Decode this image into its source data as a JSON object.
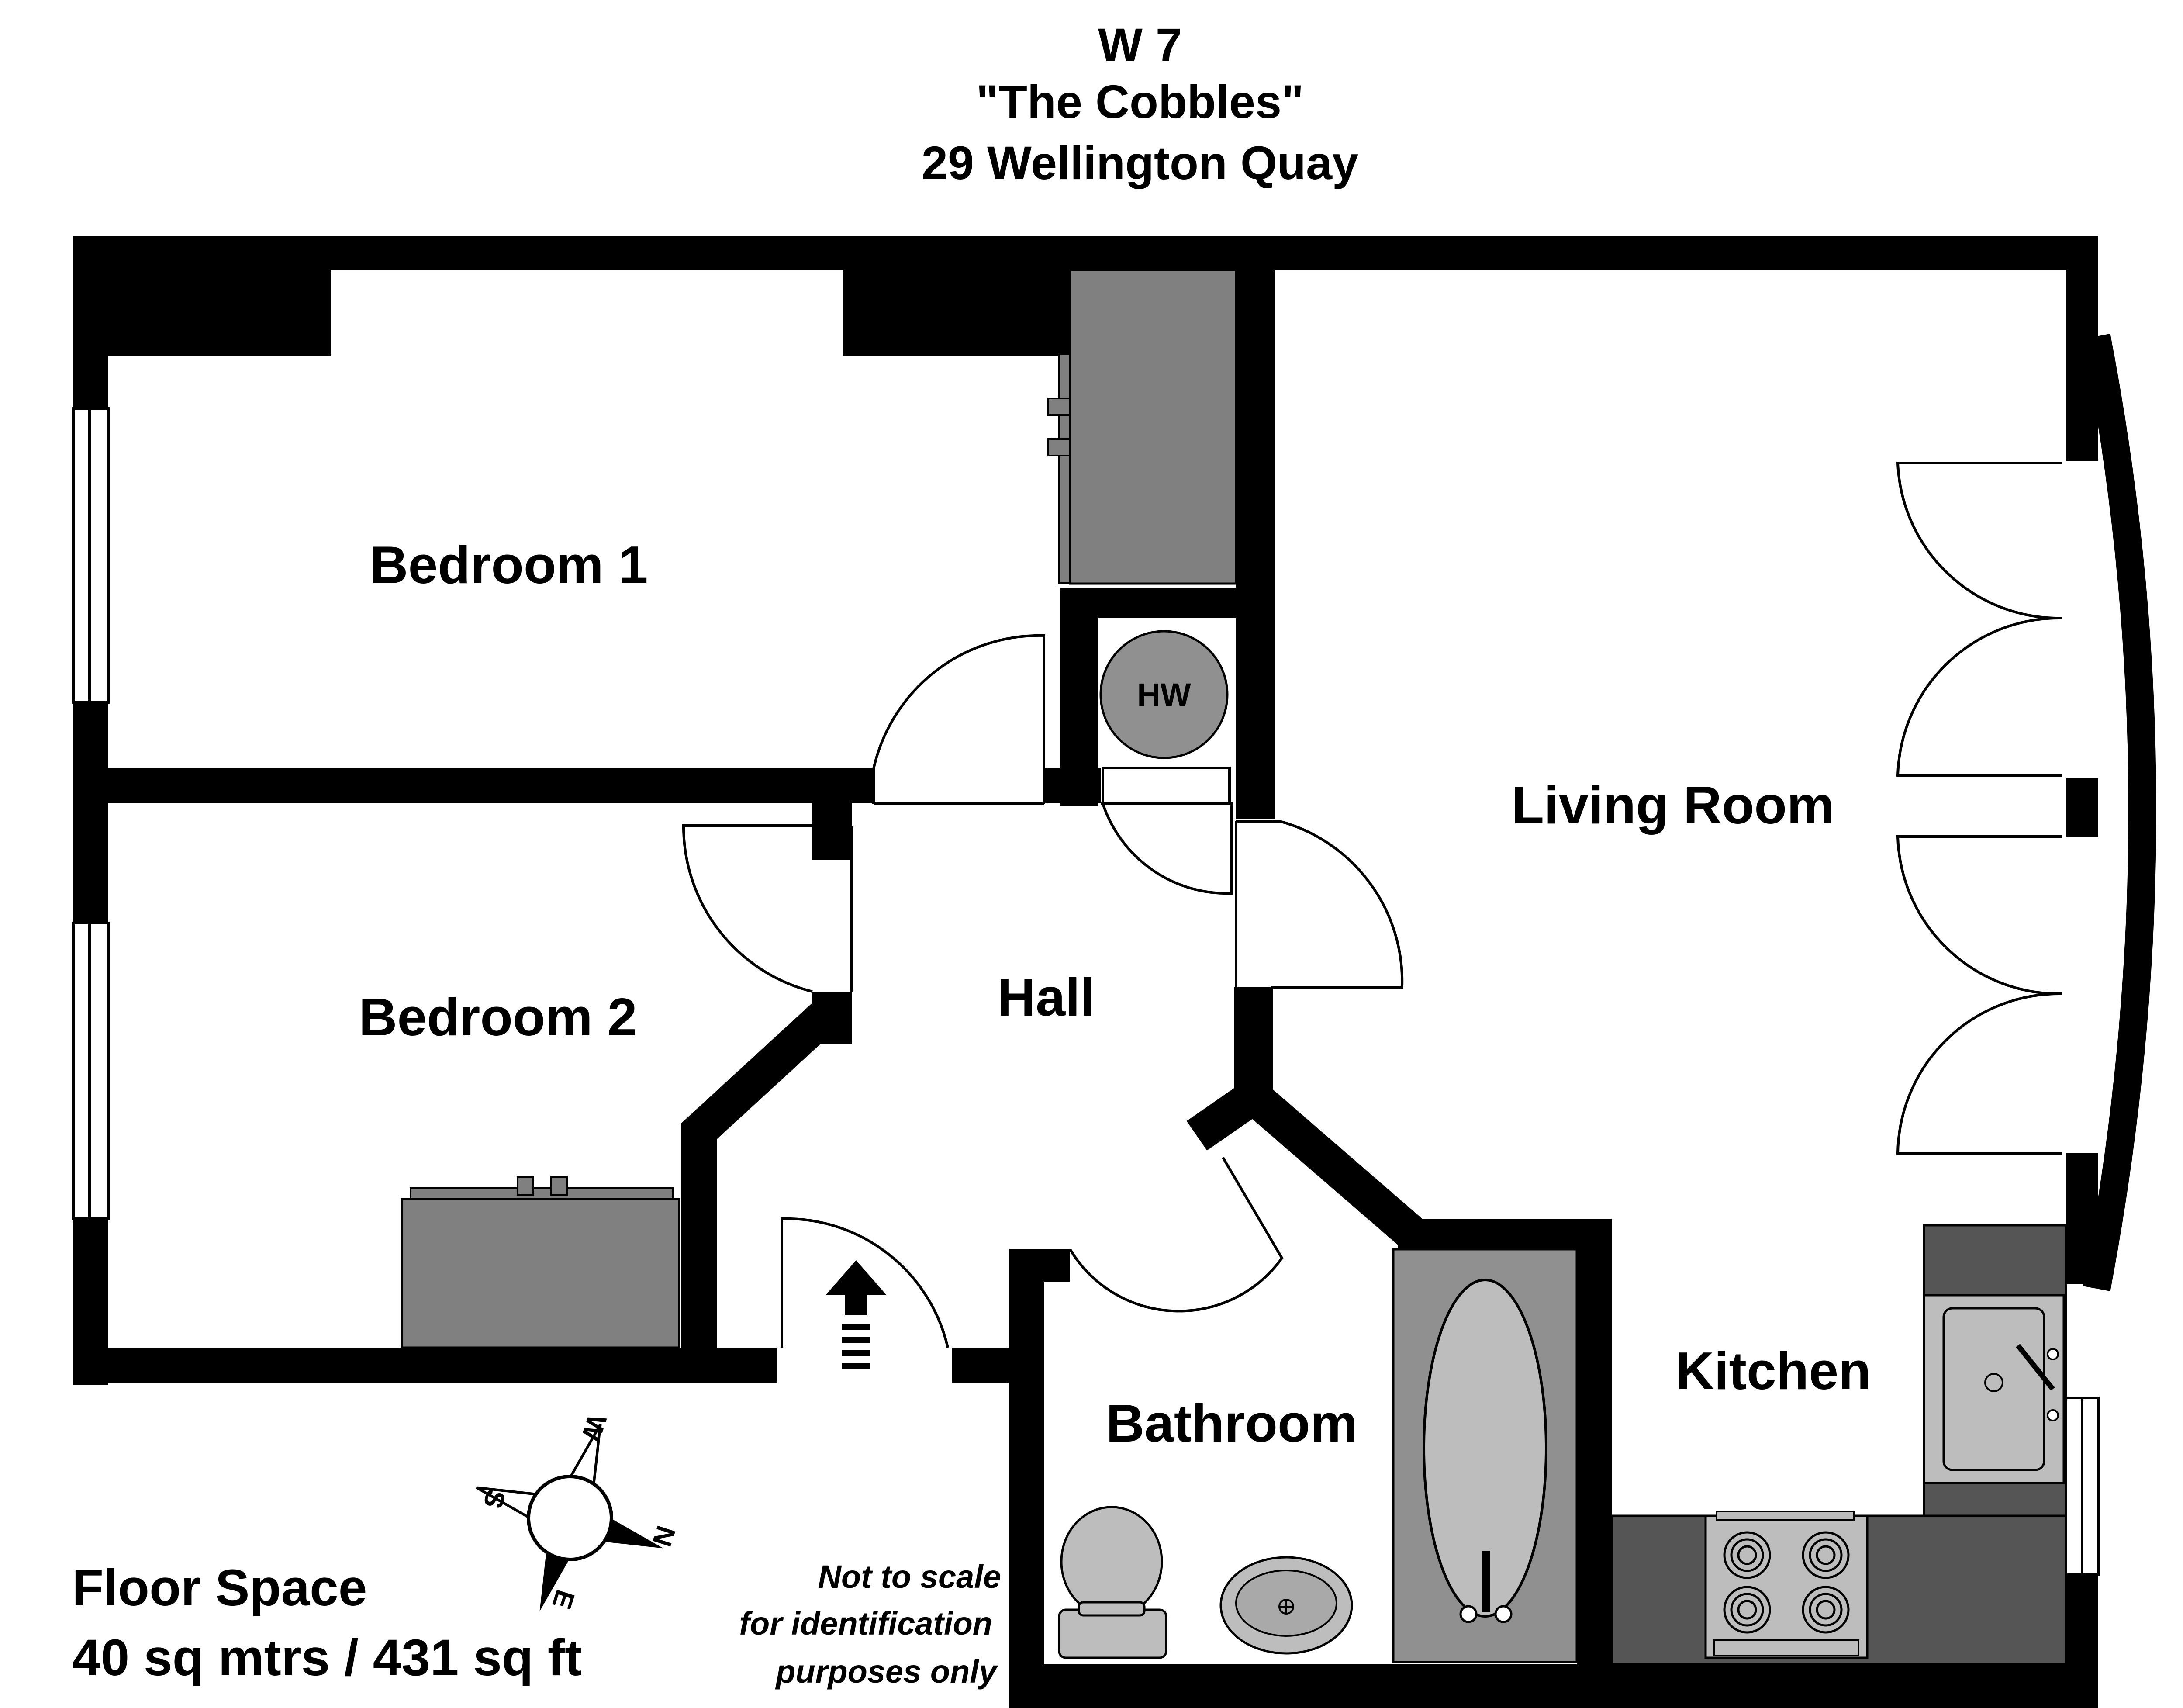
{
  "header": {
    "unit": "W 7",
    "building": "\"The Cobbles\"",
    "address": "29 Wellington Quay"
  },
  "rooms": {
    "bedroom1": "Bedroom 1",
    "bedroom2": "Bedroom 2",
    "hall": "Hall",
    "living": "Living Room",
    "kitchen": "Kitchen",
    "bathroom": "Bathroom"
  },
  "fixtures": {
    "hot_water": "HW"
  },
  "compass": {
    "n": "N",
    "s": "S",
    "e": "E",
    "w": "W"
  },
  "floor_space": {
    "label": "Floor Space",
    "value": "40 sq mtrs / 431 sq ft"
  },
  "disclaimer": {
    "line1": "Not to scale",
    "line2": "for identification",
    "line3": "purposes only"
  },
  "colors": {
    "wall": "#000000",
    "unit_gray": "#808080",
    "kitchen_counter": "#555555",
    "fixture_gray": "#c0c0c0",
    "floor": "#ffffff"
  }
}
